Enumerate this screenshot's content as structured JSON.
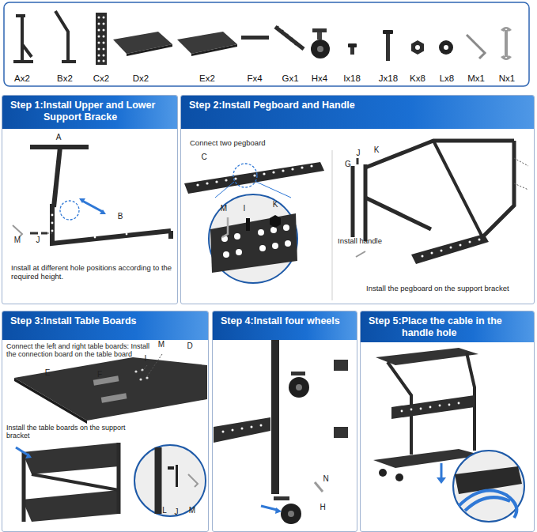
{
  "diagram": {
    "nodes": [
      {
        "text": [
          "Step 1:Install Upper and Lower Support Bracke"
        ]
      },
      {
        "text": [
          "Step 2:Install Pegboard and Handle"
        ]
      },
      {
        "text": [
          "Step 3:Install Table Boards"
        ]
      },
      {
        "text": [
          "Step 4:Install four wheels"
        ]
      },
      {
        "text": [
          "Step 5:Place the cable in the handle hole"
        ]
      }
    ],
    "labels": [
      "Ax2",
      "Bx2",
      "Cx2",
      "Dx2",
      "Ex2",
      "Fx4",
      "Gx1",
      "Hx4",
      "Ix18",
      "Jx18",
      "Kx8",
      "Lx8",
      "Mx1",
      "Nx1",
      "A",
      "B",
      "M",
      "J",
      "Install at different hole positions according to the required height.",
      "Connect two pegboard",
      "C",
      "M",
      "I",
      "K",
      "G",
      "J",
      "K",
      "Install handle",
      "Install the pegboard on the support bracket",
      "Connect the left and right table boards: Install the connection board on the table board",
      "M",
      "I",
      "D",
      "E",
      "F",
      "Install the table boards on the support bracket",
      "L",
      "J",
      "M",
      "N",
      "H"
    ]
  }
}
